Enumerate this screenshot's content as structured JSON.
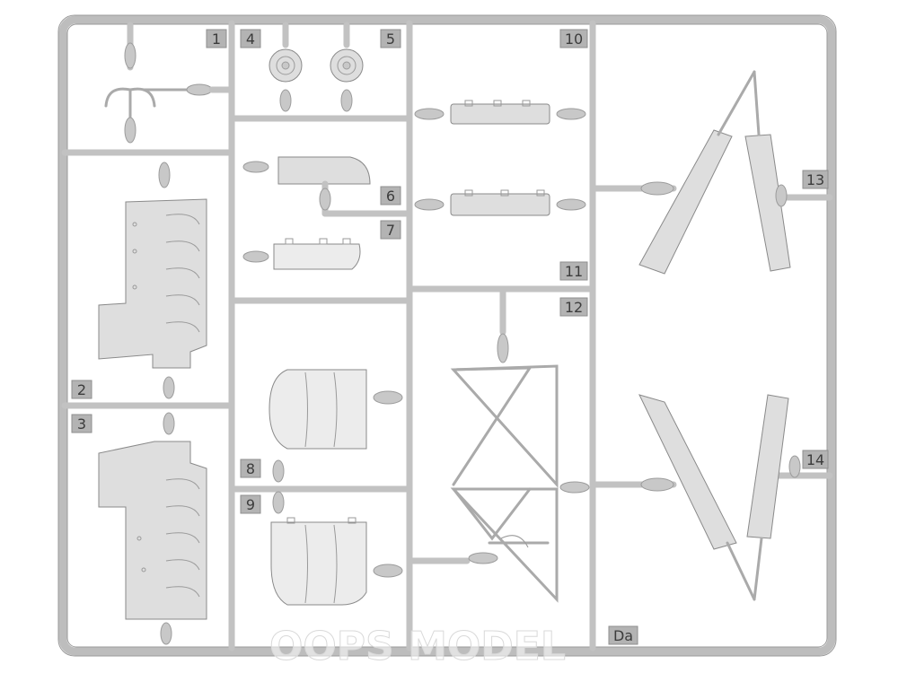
{
  "part_numbers": [
    {
      "id": "1",
      "label": "1"
    },
    {
      "id": "2",
      "label": "2"
    },
    {
      "id": "3",
      "label": "3"
    },
    {
      "id": "4",
      "label": "4"
    },
    {
      "id": "5",
      "label": "5"
    },
    {
      "id": "6",
      "label": "6"
    },
    {
      "id": "7",
      "label": "7"
    },
    {
      "id": "8",
      "label": "8"
    },
    {
      "id": "9",
      "label": "9"
    },
    {
      "id": "10",
      "label": "10"
    },
    {
      "id": "11",
      "label": "11"
    },
    {
      "id": "12",
      "label": "12"
    },
    {
      "id": "13",
      "label": "13"
    },
    {
      "id": "14",
      "label": "14"
    }
  ],
  "sprue_letter": "Da",
  "watermark": "OOPS MODEL",
  "colors": {
    "plastic": "#dedede",
    "frame": "#bdbdbd",
    "background": "#ffffff"
  }
}
